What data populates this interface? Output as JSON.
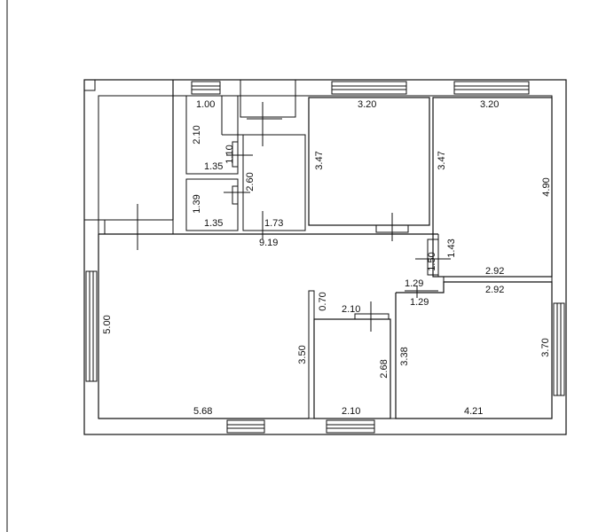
{
  "floor_plan": {
    "dimension_labels": {
      "wc_top_width": "1.00",
      "wc_height": "2.10",
      "wc_bottom_width": "1.35",
      "wc_small_height": "1.10",
      "bath_height": "1.39",
      "bath_width": "1.35",
      "hall_height": "2.60",
      "hall_width": "1.73",
      "bedroom1_width": "3.20",
      "bedroom1_height": "3.47",
      "bedroom2_width": "3.20",
      "bedroom2_height": "3.47",
      "bedroom2_right_height": "4.90",
      "corridor_length": "9.19",
      "corridor_gap_width": "1.43",
      "corridor_gap_height": "1.50",
      "closet_top_width": "1.29",
      "closet_bottom_width": "1.29",
      "bedroom2_bottom_width": "2.92",
      "bedroom3_top_width": "2.92",
      "living_height": "5.00",
      "living_width": "5.68",
      "partition_height": "0.70",
      "living_inner_height": "3.50",
      "kitchen_top_width": "2.10",
      "kitchen_height": "2.68",
      "kitchen_bottom_width": "2.10",
      "bedroom3_left_height": "3.38",
      "bedroom3_right_height": "3.70",
      "bedroom3_bottom_width": "4.21"
    }
  }
}
